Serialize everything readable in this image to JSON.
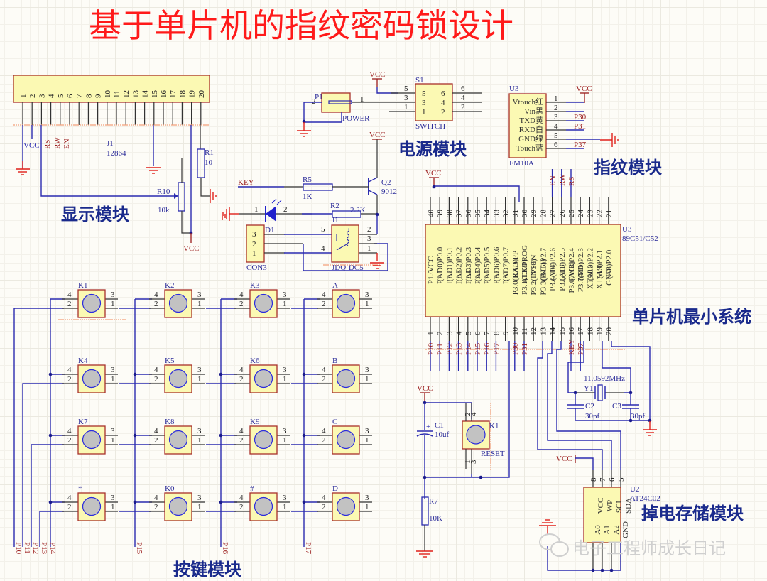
{
  "title": "基于单片机的指纹密码锁设计",
  "modules": {
    "display": "显示模块",
    "power": "电源模块",
    "fingerprint": "指纹模块",
    "mcu": "单片机最小系统",
    "eeprom": "掉电存储模块",
    "keypad": "按键模块"
  },
  "watermark": "电子工程师成长日记",
  "lcd": {
    "designator": "J1",
    "part": "12864",
    "pins": [
      "1",
      "2",
      "3",
      "4",
      "5",
      "6",
      "7",
      "8",
      "9",
      "10",
      "11",
      "12",
      "13",
      "14",
      "15",
      "16",
      "17",
      "18",
      "19",
      "20"
    ],
    "nets": {
      "vcc": "VCC",
      "rs": "RS",
      "rw": "RW",
      "en": "EN"
    }
  },
  "r1": {
    "designator": "R1",
    "value": "10"
  },
  "r10": {
    "designator": "R10",
    "value": "10k",
    "net": "VCC"
  },
  "p1": {
    "designator": "P1",
    "label": "POWER",
    "pin1": "1",
    "pin2": "2"
  },
  "s1": {
    "designator": "S1",
    "label": "SWITCH",
    "net": "VCC",
    "left_pins": [
      "5",
      "3",
      "1"
    ],
    "right_pins": [
      "6",
      "4",
      "2"
    ],
    "inner_left": [
      "5",
      "3",
      "1"
    ],
    "inner_right": [
      "6",
      "4",
      "2"
    ]
  },
  "q2": {
    "designator": "Q2",
    "part": "9012",
    "net": "VCC"
  },
  "r5": {
    "designator": "R5",
    "value": "1K",
    "net": "KEY"
  },
  "r2": {
    "designator": "R2",
    "value": "2.2K"
  },
  "d1": {
    "designator": "D1",
    "pin1": "1",
    "pin2": "2"
  },
  "con3": {
    "designator": "CON3",
    "pins": [
      "3",
      "2",
      "1"
    ]
  },
  "relay": {
    "designator": "J1",
    "part": "JDQ-DC5",
    "pins": [
      "5",
      "4",
      "2",
      "3",
      "1"
    ]
  },
  "fm": {
    "designator": "U3",
    "part": "FM10A",
    "pins": [
      {
        "name": "Vtouch红",
        "num": "1",
        "net": "VCC"
      },
      {
        "name": "Vin黑",
        "num": "2",
        "net": ""
      },
      {
        "name": "TXD黄",
        "num": "3",
        "net": "P30"
      },
      {
        "name": "RXD白",
        "num": "4",
        "net": "P31"
      },
      {
        "name": "GND绿",
        "num": "5",
        "net": ""
      },
      {
        "name": "Touch蓝",
        "num": "6",
        "net": "P37"
      }
    ]
  },
  "mcu": {
    "designator": "U3",
    "part": "89C51/C52",
    "net_vcc": "VCC",
    "top_pins": [
      "40",
      "39",
      "38",
      "37",
      "36",
      "35",
      "34",
      "33",
      "32",
      "31",
      "30",
      "29",
      "28",
      "27",
      "26",
      "25",
      "24",
      "23",
      "22",
      "21"
    ],
    "top_names": [
      "VCC",
      "(AD0)P0.0",
      "(AD1)P0.1",
      "(AD2)P0.2",
      "(AD3)P0.3",
      "(AD4)P0.4",
      "(AD5)P0.5",
      "(AD6)P0.6",
      "(AD7)P0.7",
      "EA/VPP",
      "ALE/PROG",
      "PSEN",
      "(A15)P2.7",
      "(A14)P2.6",
      "(A13)P2.5",
      "(A12)P2.4",
      "(A11)P2.3",
      "(A10)P2.2",
      "(A9)P2.1",
      "(A8)P2.0"
    ],
    "top_nets": {
      "27": "EN",
      "26": "RW",
      "25": "RS"
    },
    "bottom_pins": [
      "1",
      "2",
      "3",
      "4",
      "5",
      "6",
      "7",
      "8",
      "9",
      "10",
      "11",
      "12",
      "13",
      "14",
      "15",
      "16",
      "17",
      "18",
      "19",
      "20"
    ],
    "bottom_names": [
      "P1.0",
      "P1.1",
      "P1.2",
      "P1.3",
      "P1.4",
      "P1.5",
      "P1.6",
      "P1.7",
      "RST",
      "P3.0(RXD)",
      "P3.1(TXD)",
      "P3.2(INT0)",
      "P3.3(INT1)",
      "P3.4(T0)",
      "P3.5(T1)",
      "P3.6(WR)",
      "P3.7(RD)",
      "XTAL2",
      "XTAL1",
      "GND"
    ],
    "bottom_nets": [
      "P10",
      "P11",
      "P12",
      "P13",
      "P14",
      "P15",
      "P16",
      "P17",
      "",
      "P30",
      "P31",
      "",
      "",
      "",
      "",
      "KEY",
      "P37",
      "",
      "",
      ""
    ]
  },
  "crystal": {
    "designator": "Y1",
    "value": "11.0592MHz"
  },
  "c2": {
    "designator": "C2",
    "value": "30pf"
  },
  "c3": {
    "designator": "C3",
    "value": "30pf"
  },
  "c1": {
    "designator": "C1",
    "value": "10uf",
    "net": "VCC"
  },
  "k_reset": {
    "designator": "K1",
    "label": "RESET",
    "pins": [
      "2",
      "4",
      "1",
      "3"
    ]
  },
  "r7": {
    "designator": "R7",
    "value": "10K"
  },
  "eeprom": {
    "designator": "U2",
    "part": "AT24C02",
    "net": "VCC",
    "top_pins": [
      "8",
      "7",
      "6",
      "5"
    ],
    "top_names": [
      "VCC",
      "WP",
      "SCL",
      "SDA"
    ],
    "bottom_names": [
      "A0",
      "A1",
      "A2",
      "GND"
    ]
  },
  "keypad": {
    "keys": [
      [
        "K1",
        "K2",
        "K3",
        "A"
      ],
      [
        "K4",
        "K5",
        "K6",
        "B"
      ],
      [
        "K7",
        "K8",
        "K9",
        "C"
      ],
      [
        "*",
        "K0",
        "#",
        "D"
      ]
    ],
    "pin_labels": {
      "tl": "4",
      "bl": "2",
      "tr": "3",
      "br": "1"
    },
    "row_nets": [
      "P10",
      "P11",
      "P12",
      "P13"
    ],
    "col_nets": [
      "P14",
      "P15",
      "P16",
      "P17"
    ]
  }
}
